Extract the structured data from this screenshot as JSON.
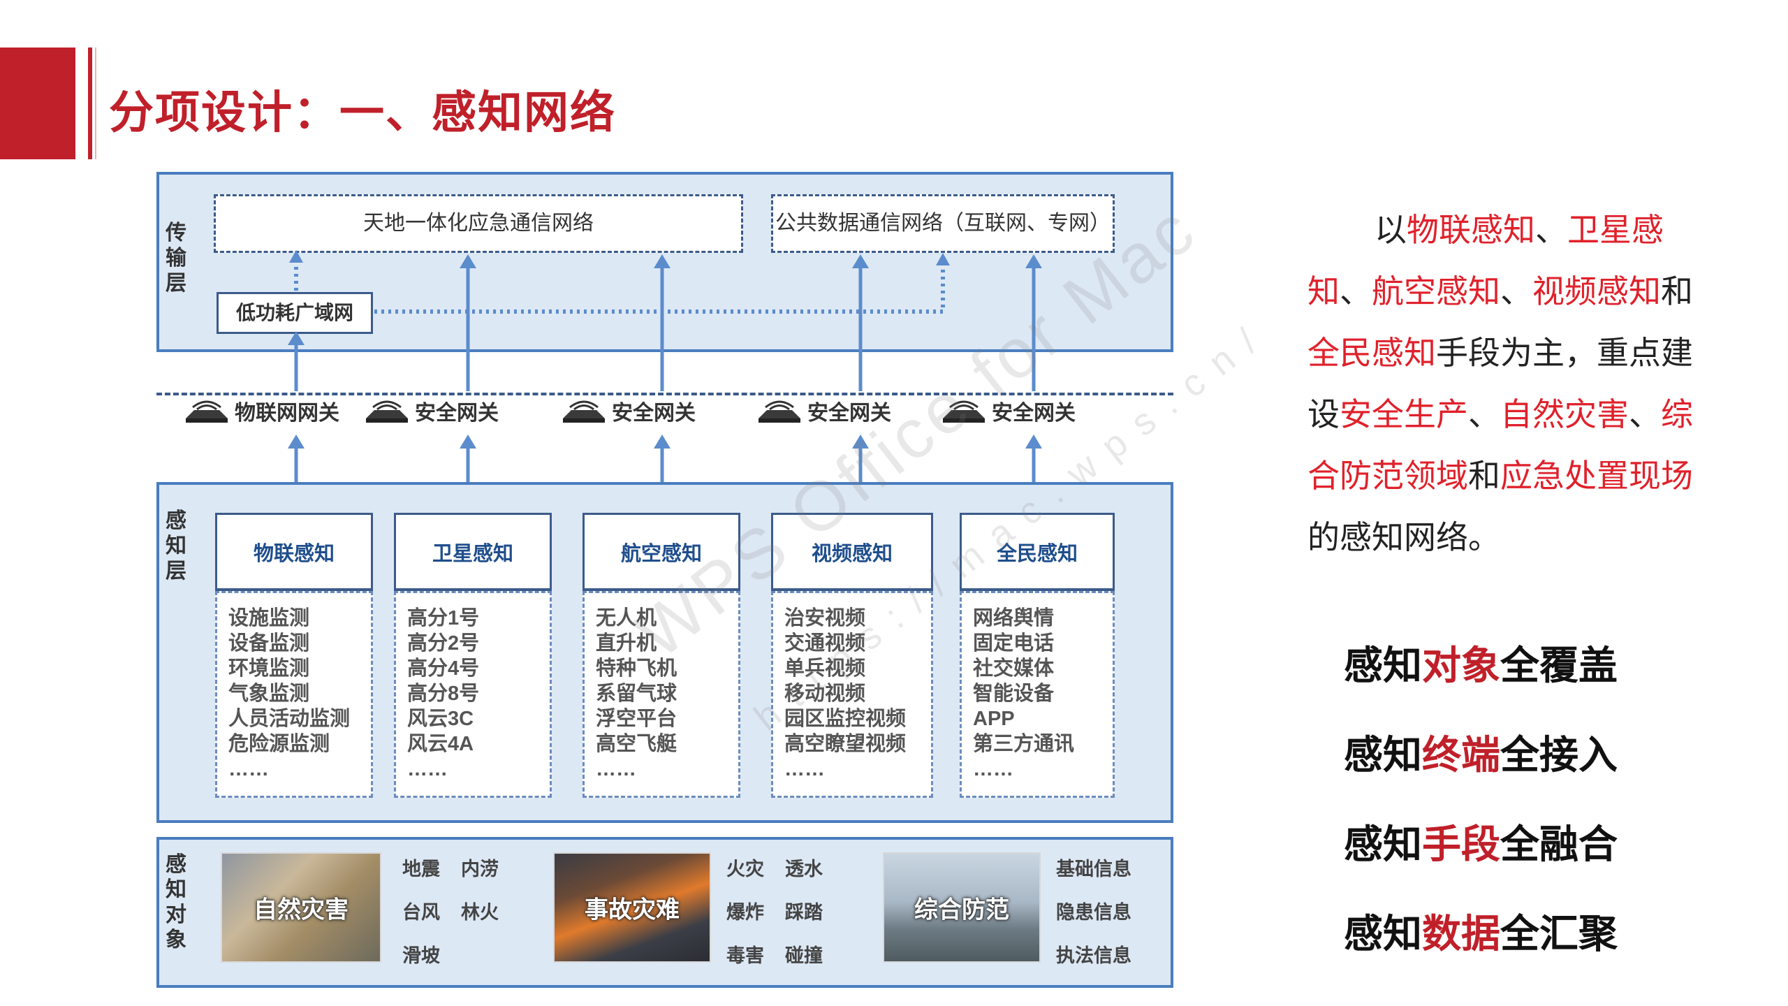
{
  "header": {
    "title": "分项设计：一、感知网络"
  },
  "diagram": {
    "transport_layer": {
      "label": "传输层",
      "networks": [
        "天地一体化应急通信网络",
        "公共数据通信网络（互联网、专网）"
      ],
      "lpwan": "低功耗广域网"
    },
    "gateways": [
      "物联网网关",
      "安全网关",
      "安全网关",
      "安全网关",
      "安全网关"
    ],
    "sensing_layer": {
      "label": "感知层",
      "columns": [
        {
          "title": "物联感知",
          "items": [
            "设施监测",
            "设备监测",
            "环境监测",
            "气象监测",
            "人员活动监测",
            "危险源监测",
            "……"
          ]
        },
        {
          "title": "卫星感知",
          "items": [
            "高分1号",
            "高分2号",
            "高分4号",
            "高分8号",
            "风云3C",
            "风云4A",
            "……"
          ]
        },
        {
          "title": "航空感知",
          "items": [
            "无人机",
            "直升机",
            "特种飞机",
            "系留气球",
            "浮空平台",
            "高空飞艇",
            "……"
          ]
        },
        {
          "title": "视频感知",
          "items": [
            "治安视频",
            "交通视频",
            "单兵视频",
            "移动视频",
            "园区监控视频",
            "高空瞭望视频",
            "……"
          ]
        },
        {
          "title": "全民感知",
          "items": [
            "网络舆情",
            "固定电话",
            "社交媒体",
            "智能设备",
            "APP",
            "第三方通讯",
            "……"
          ]
        }
      ]
    },
    "objects_layer": {
      "label": "感知对象",
      "groups": [
        {
          "title": "自然灾害",
          "items": [
            "地震",
            "内涝",
            "台风",
            "林火",
            "滑坡"
          ]
        },
        {
          "title": "事故灾难",
          "items": [
            "火灾",
            "透水",
            "爆炸",
            "踩踏",
            "毒害",
            "碰撞"
          ]
        },
        {
          "title": "综合防范",
          "items": [
            "基础信息",
            "隐患信息",
            "执法信息"
          ]
        }
      ]
    }
  },
  "intro": {
    "p1": "以",
    "r1": "物联感知",
    "p2": "、",
    "r2": "卫星感知",
    "p3": "、",
    "r3": "航空感知",
    "p4": "、",
    "r4": "视频感知",
    "p5": "和",
    "r5": "全民感知",
    "p6": "手段为主，重点建设",
    "r6": "安全生产",
    "p7": "、",
    "r7": "自然灾害",
    "p8": "、",
    "r8": "综合防范领域",
    "p9": "和",
    "r9": "应急处置现场",
    "p10": "的感知网络。"
  },
  "slogans": [
    {
      "a": "感知",
      "b": "对象",
      "c": "全覆盖"
    },
    {
      "a": "感知",
      "b": "终端",
      "c": "全接入"
    },
    {
      "a": "感知",
      "b": "手段",
      "c": "全融合"
    },
    {
      "a": "感知",
      "b": "数据",
      "c": "全汇聚"
    }
  ],
  "watermark": {
    "line1": "WPS Office for Mac",
    "line2": "https://mac.wps.cn/"
  },
  "colors": {
    "accent_red": "#c0202a",
    "text_red": "#e0212b",
    "layer_border": "#4a7dbf",
    "layer_fill": "#dde8f5",
    "arrow": "#5b8ccc"
  }
}
